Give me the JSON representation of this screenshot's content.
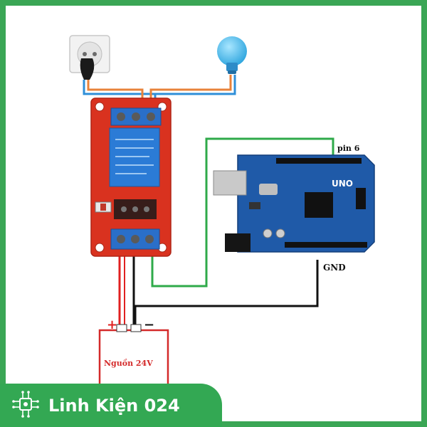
{
  "labels": {
    "pin": "pin 6",
    "gnd": "GND",
    "plus": "+",
    "minus": "−",
    "power_supply": "Nguồn 24V",
    "board_model": "UNO"
  },
  "brand": {
    "name": "Linh Kiện 024",
    "logo_icon": "circuit-chip-icon"
  },
  "colors": {
    "frame": "#3aa655",
    "banner": "#33a853",
    "signal_wire": "#2faa4a",
    "ground_wire": "#111111",
    "power_positive_wire": "#e02020",
    "ac_wire_blue": "#2f8fd8",
    "ac_wire_orange": "#e8823a",
    "relay_board": "#d9321f",
    "arduino_board": "#1f5aa8",
    "bulb": "#4fc0ea",
    "power_supply_border": "#d42a2a"
  }
}
